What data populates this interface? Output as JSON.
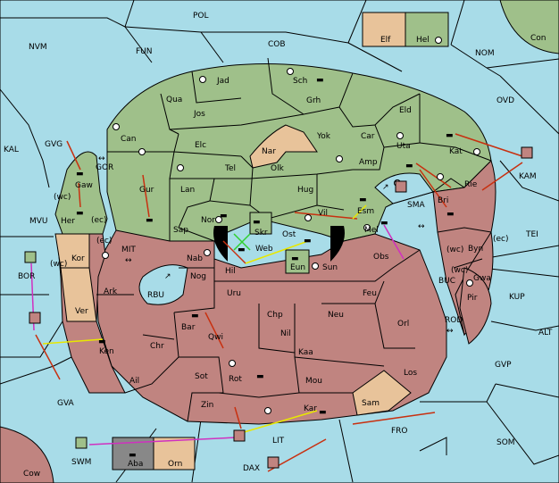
{
  "colors": {
    "sea": "#a8dce8",
    "green_power": "#9fc08a",
    "red_power": "#c08480",
    "neutral": "#e8c39a",
    "order_red": "#c83010",
    "order_yellow": "#e8e800",
    "order_magenta": "#d030c0"
  },
  "sea_labels": [
    "POL",
    "NVM",
    "FUN",
    "COB",
    "NOM",
    "Con",
    "OVD",
    "KAL",
    "GVG",
    "GOR",
    "KAM",
    "TEI",
    "MVU",
    "MIT",
    "SMA",
    "BUC",
    "KUP",
    "BOR",
    "RBU",
    "ROD",
    "ALT",
    "GVP",
    "GVA",
    "LIT",
    "FRO",
    "SOM",
    "DAX",
    "SWM",
    "Cow"
  ],
  "land_labels": [
    "Jad",
    "Sch",
    "Qua",
    "Jos",
    "Grh",
    "Can",
    "Eld",
    "Elc",
    "Nar",
    "Yok",
    "Car",
    "Uta",
    "Kat",
    "Tel",
    "Olk",
    "Amp",
    "Gur",
    "Lan",
    "Hug",
    "Rie",
    "Gaw",
    "Her",
    "Esm",
    "Bri",
    "Nor",
    "Skr",
    "Vil",
    "Mel",
    "Sap",
    "Ost",
    "Web",
    "Byn",
    "Kor",
    "Nab",
    "Eun",
    "Hil",
    "Obs",
    "Gwa",
    "Nog",
    "Sun",
    "Pir",
    "Ark",
    "Uru",
    "Feu",
    "Ver",
    "Chp",
    "Neu",
    "Orl",
    "Bar",
    "Qwi",
    "Ken",
    "Nil",
    "Chr",
    "Kaa",
    "Ail",
    "Sot",
    "Rot",
    "Los",
    "Mou",
    "Sam",
    "Zin",
    "Kar",
    "Aba",
    "Orn"
  ],
  "coast_labels": [
    "(wc)",
    "(ec)",
    "(wc)",
    "(ec)",
    "(wc)",
    "(ec)",
    "(wc)"
  ],
  "legend_boxes": [
    "Elf",
    "Hel"
  ]
}
